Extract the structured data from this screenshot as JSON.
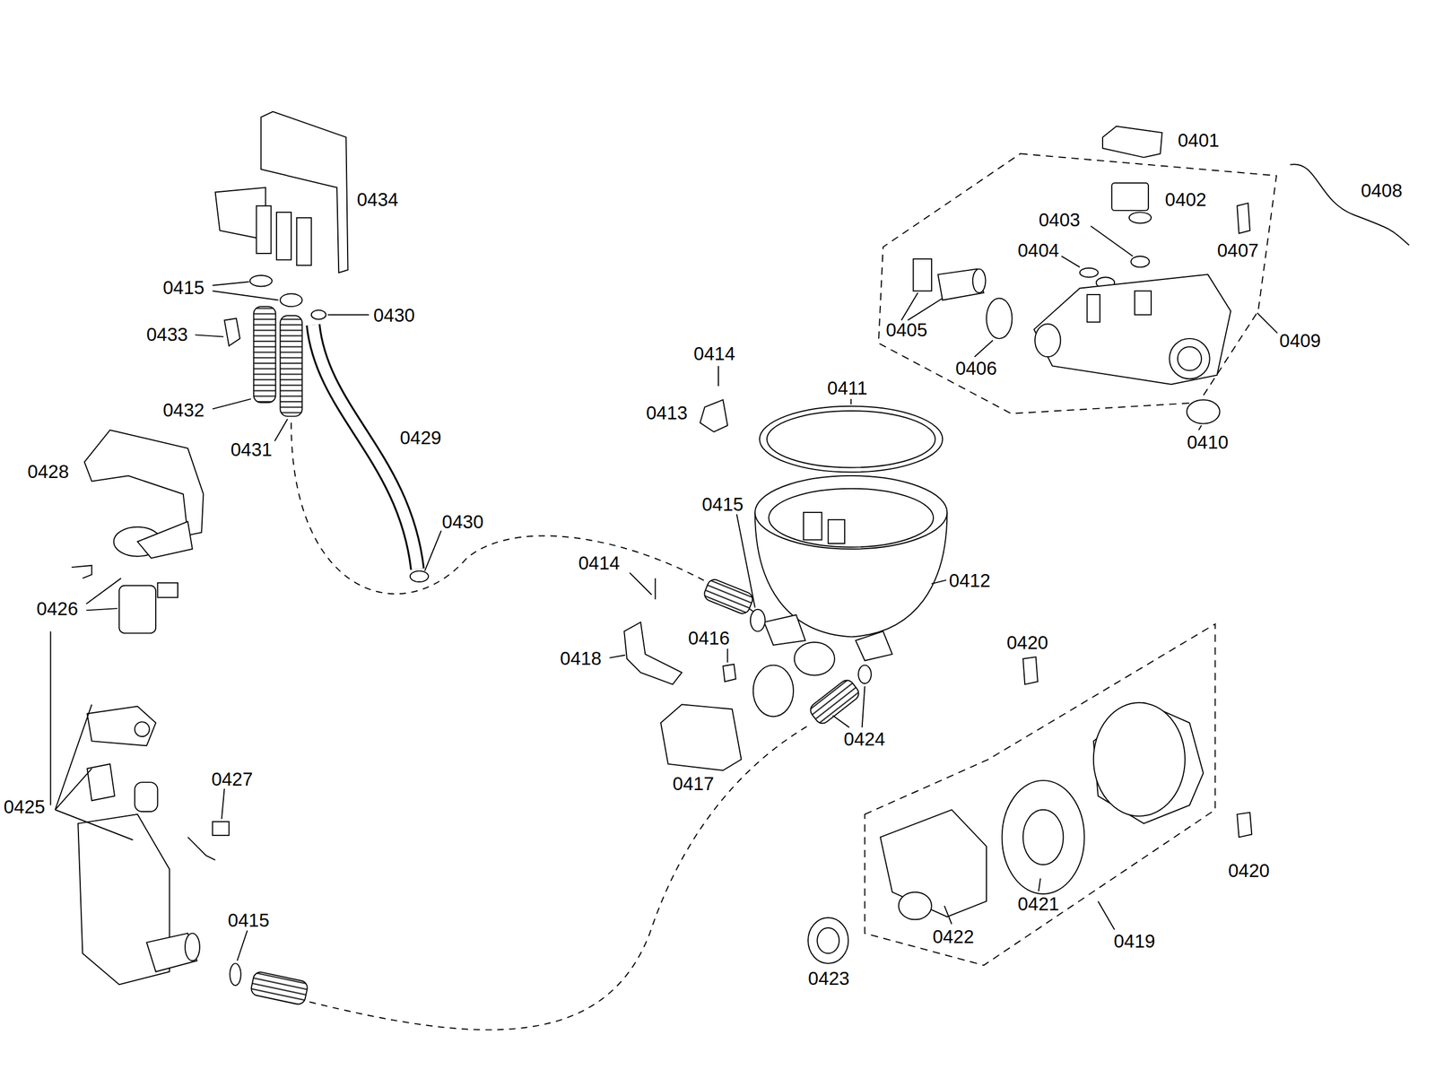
{
  "diagram": {
    "labels": [
      "0401",
      "0408",
      "0434",
      "0402",
      "0403",
      "0404",
      "0407",
      "0415",
      "0430",
      "0405",
      "0433",
      "0409",
      "0414",
      "0406",
      "0411",
      "0432",
      "0413",
      "0429",
      "0410",
      "0431",
      "0428",
      "0415",
      "0430",
      "0414",
      "0412",
      "0426",
      "0416",
      "0420",
      "0418",
      "0424",
      "0427",
      "0417",
      "0425",
      "0420",
      "0421",
      "0415",
      "0422",
      "0419",
      "0423"
    ]
  }
}
